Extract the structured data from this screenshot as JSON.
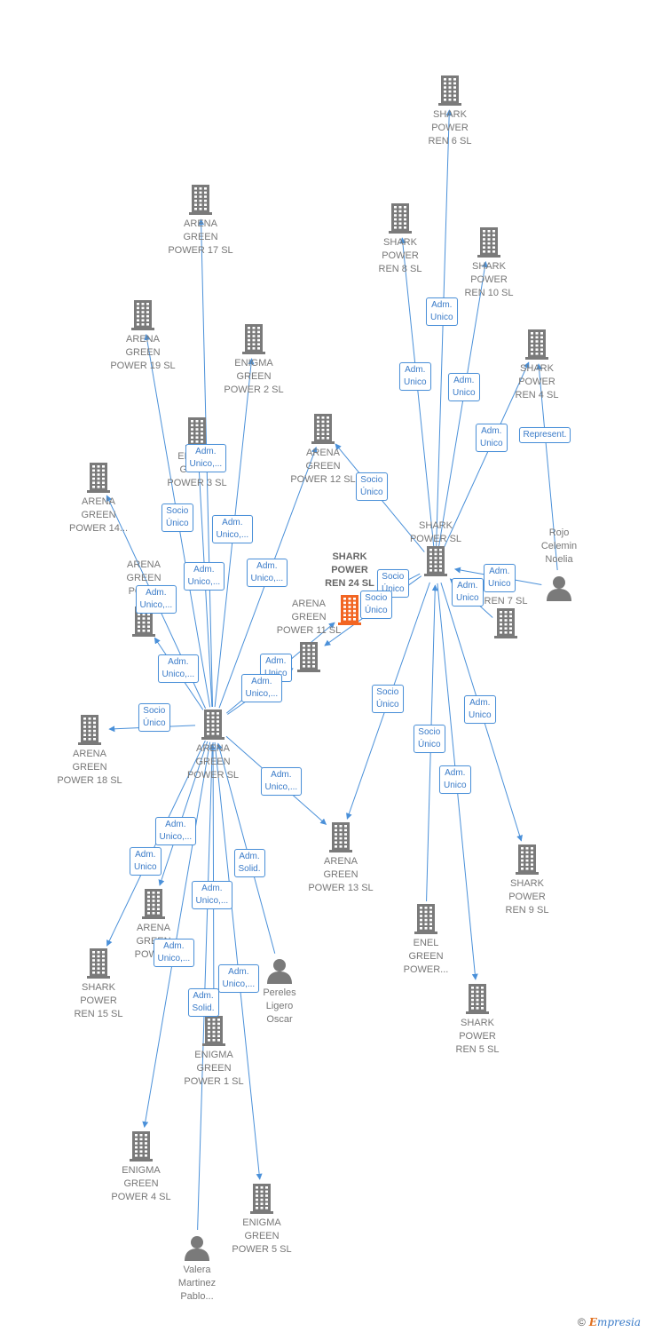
{
  "colors": {
    "edge": "#4a90d9",
    "company": "#7a7a7a",
    "focus": "#f26522",
    "person": "#7a7a7a"
  },
  "nodes": [
    {
      "id": "sp6",
      "label": "SHARK\nPOWER\nREN 6  SL",
      "type": "company"
    },
    {
      "id": "ag17",
      "label": "ARENA\nGREEN\nPOWER 17  SL",
      "type": "company"
    },
    {
      "id": "sp8",
      "label": "SHARK\nPOWER\nREN 8  SL",
      "type": "company"
    },
    {
      "id": "sp10",
      "label": "SHARK\nPOWER\nREN 10  SL",
      "type": "company"
    },
    {
      "id": "ag19",
      "label": "ARENA\nGREEN\nPOWER 19  SL",
      "type": "company"
    },
    {
      "id": "eg2",
      "label": "ENIGMA\nGREEN\nPOWER 2  SL",
      "type": "company"
    },
    {
      "id": "sp4",
      "label": "SHARK\nPOWER\nREN 4  SL",
      "type": "company"
    },
    {
      "id": "eg3",
      "label": "ENIGMA\nGREEN\nPOWER 3  SL",
      "type": "company"
    },
    {
      "id": "ag12",
      "label": "ARENA\nGREEN\nPOWER 12  SL",
      "type": "company"
    },
    {
      "id": "ag14",
      "label": "ARENA\nGREEN\nPOWER 14...",
      "type": "company"
    },
    {
      "id": "sps",
      "label": "SHARK\nPOWER  SL",
      "type": "company"
    },
    {
      "id": "rojo",
      "label": "Rojo\nCelemin\nNoelia",
      "type": "person"
    },
    {
      "id": "agx",
      "label": "ARENA\nGREEN\nPOW...",
      "type": "company"
    },
    {
      "id": "sp24",
      "label": "SHARK\nPOWER\nREN 24  SL",
      "type": "focus"
    },
    {
      "id": "ag11",
      "label": "ARENA\nGREEN\nPOWER 11  SL",
      "type": "company"
    },
    {
      "id": "sp7",
      "label": "...R\nREN 7  SL",
      "type": "company"
    },
    {
      "id": "ag18",
      "label": "ARENA\nGREEN\nPOWER 18  SL",
      "type": "company"
    },
    {
      "id": "agp",
      "label": "ARENA\nGREEN\nPOWER  SL",
      "type": "company"
    },
    {
      "id": "ag13",
      "label": "ARENA\nGREEN\nPOWER 13  SL",
      "type": "company"
    },
    {
      "id": "sp9",
      "label": "SHARK\nPOWER\nREN 9  SL",
      "type": "company"
    },
    {
      "id": "enel",
      "label": "ENEL\nGREEN\nPOWER...",
      "type": "company"
    },
    {
      "id": "agy",
      "label": "ARENA\nGREEN\nPOWE...",
      "type": "company"
    },
    {
      "id": "sp15",
      "label": "SHARK\nPOWER\nREN 15  SL",
      "type": "company"
    },
    {
      "id": "pereles",
      "label": "Pereles\nLigero\nOscar",
      "type": "person"
    },
    {
      "id": "sp5",
      "label": "SHARK\nPOWER\nREN 5  SL",
      "type": "company"
    },
    {
      "id": "eg1",
      "label": "ENIGMA\nGREEN\nPOWER 1  SL",
      "type": "company"
    },
    {
      "id": "eg4",
      "label": "ENIGMA\nGREEN\nPOWER 4  SL",
      "type": "company"
    },
    {
      "id": "eg5",
      "label": "ENIGMA\nGREEN\nPOWER 5  SL",
      "type": "company"
    },
    {
      "id": "valera",
      "label": "Valera\nMartinez\nPablo...",
      "type": "person"
    }
  ],
  "edges": [
    {
      "from": "sps",
      "to": "sp6",
      "label": "Adm.\nUnico"
    },
    {
      "from": "sps",
      "to": "sp8",
      "label": "Adm.\nUnico"
    },
    {
      "from": "sps",
      "to": "sp10",
      "label": "Adm.\nUnico"
    },
    {
      "from": "sps",
      "to": "sp4",
      "label": "Adm.\nUnico"
    },
    {
      "from": "rojo",
      "to": "sp4",
      "label": "Represent."
    },
    {
      "from": "sps",
      "to": "ag12",
      "label": "Socio\nÚnico"
    },
    {
      "from": "sps",
      "to": "sp24",
      "label": "Socio\nÚnico"
    },
    {
      "from": "sps",
      "to": "ag11",
      "label": "Socio\nÚnico"
    },
    {
      "from": "rojo",
      "to": "sps",
      "label": "Adm.\nUnico"
    },
    {
      "from": "sp7",
      "to": "sps",
      "label": "Adm.\nUnico"
    },
    {
      "from": "sps",
      "to": "ag13",
      "label": "Socio\nÚnico"
    },
    {
      "from": "sps",
      "to": "sp9",
      "label": "Adm.\nUnico"
    },
    {
      "from": "enel",
      "to": "sps",
      "label": "Socio\nÚnico"
    },
    {
      "from": "sps",
      "to": "sp5",
      "label": "Adm.\nUnico"
    },
    {
      "from": "agp",
      "to": "ag17",
      "label": "Adm.\nUnico,..."
    },
    {
      "from": "agp",
      "to": "ag19",
      "label": "Socio\nÚnico"
    },
    {
      "from": "agp",
      "to": "eg2",
      "label": "Adm.\nUnico,..."
    },
    {
      "from": "agp",
      "to": "eg3",
      "label": "Adm.\nUnico,..."
    },
    {
      "from": "agp",
      "to": "ag12",
      "label": "Adm.\nUnico,..."
    },
    {
      "from": "agp",
      "to": "ag14",
      "label": "Adm.\nUnico,..."
    },
    {
      "from": "agp",
      "to": "agx",
      "label": "Adm.\nUnico,..."
    },
    {
      "from": "agp",
      "to": "ag11",
      "label": "Adm.\nUnico"
    },
    {
      "from": "agp",
      "to": "sp24",
      "label": "Adm.\nUnico,..."
    },
    {
      "from": "agp",
      "to": "ag18",
      "label": "Socio\nÚnico"
    },
    {
      "from": "agp",
      "to": "ag13",
      "label": "Adm.\nUnico,..."
    },
    {
      "from": "agp",
      "to": "agy",
      "label": "Adm.\nUnico,..."
    },
    {
      "from": "agp",
      "to": "sp15",
      "label": "Adm.\nUnico"
    },
    {
      "from": "pereles",
      "to": "agp",
      "label": "Adm.\nSolid."
    },
    {
      "from": "agp",
      "to": "eg1",
      "label": "Adm.\nUnico,..."
    },
    {
      "from": "agp",
      "to": "eg4",
      "label": "Adm.\nUnico,..."
    },
    {
      "from": "agp",
      "to": "eg5",
      "label": "Adm.\nUnico,..."
    },
    {
      "from": "valera",
      "to": "agp",
      "label": "Adm.\nSolid."
    }
  ],
  "footer": {
    "copyright": "©",
    "brand_initial": "E",
    "brand_rest": "mpresia"
  }
}
